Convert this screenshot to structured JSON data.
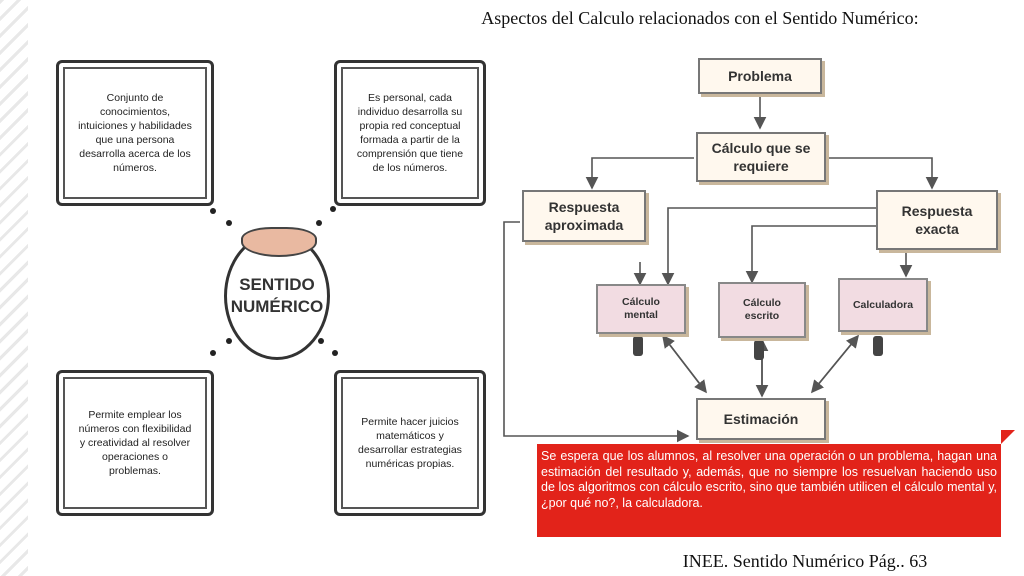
{
  "header": {
    "title": "Aspectos del Calculo relacionados con el Sentido Numérico:"
  },
  "mindmap": {
    "center_line1": "SENTIDO",
    "center_line2": "NUMÉRICO",
    "cards": [
      "Conjunto de conocimientos, intuiciones y habilidades que una persona desarrolla acerca de los números.",
      "Es personal, cada individuo desarrolla su propia red conceptual formada a partir de la comprensión que tiene de los números.",
      "Permite emplear los números con flexibilidad y creatividad al resolver operaciones o problemas.",
      "Permite hacer juicios matemáticos y desarrollar estrategias numéricas propias."
    ]
  },
  "flowchart": {
    "problema": "Problema",
    "calculo": "Cálculo que se requiere",
    "aproximada": "Respuesta aproximada",
    "exacta": "Respuesta exacta",
    "mental": "Cálculo mental",
    "escrito": "Cálculo escrito",
    "calculadora": "Calculadora",
    "estimacion": "Estimación"
  },
  "note": {
    "text": "Se espera que los alumnos, al resolver una operación o un problema, hagan una estimación del resultado y, además, que no siempre los resuelvan haciendo uso de los algoritmos con cálculo escrito, sino que también utilicen el cálculo mental y, ¿por qué no?, la calculadora."
  },
  "footer": {
    "source": "INEE. Sentido Numérico Pág.. 63"
  },
  "colors": {
    "note_bg": "#e2231a",
    "flow_box": "#fff8ee",
    "pink_box": "#f2dce2"
  }
}
